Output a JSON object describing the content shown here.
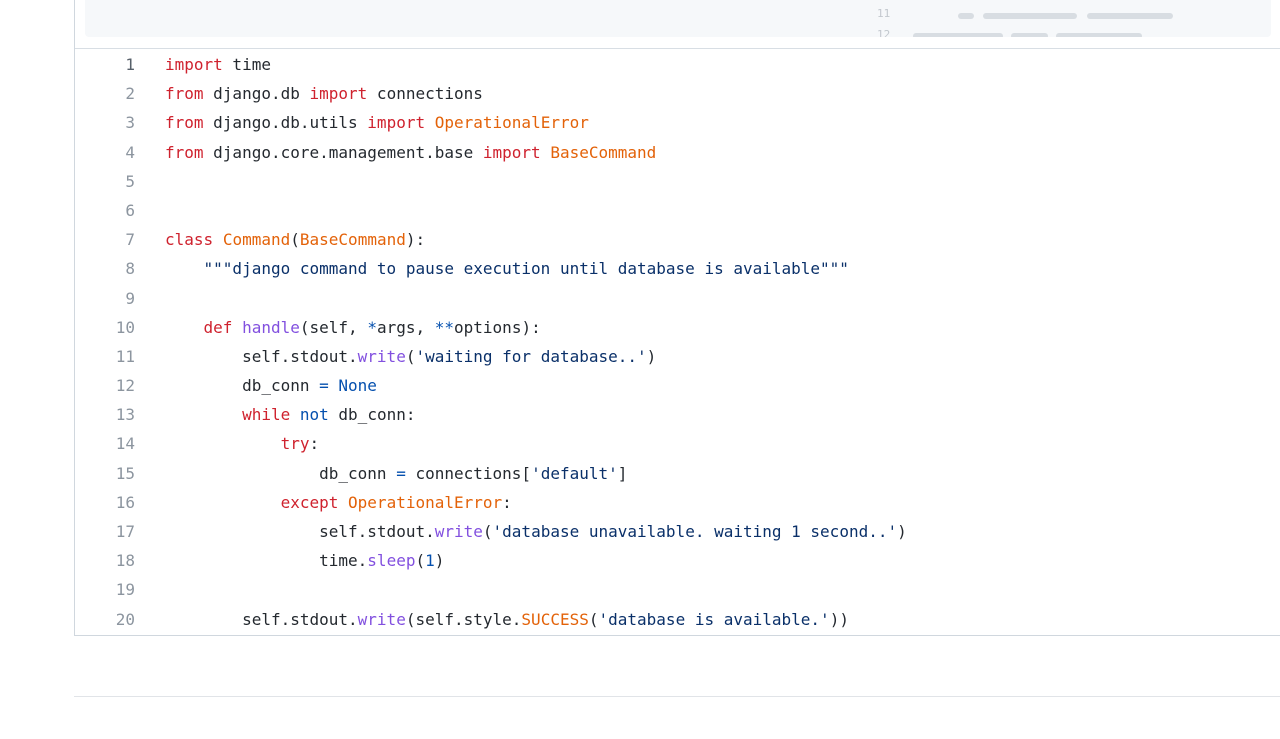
{
  "minimap": {
    "line_numbers": [
      "11",
      "12"
    ]
  },
  "code": {
    "line_numbers": [
      "1",
      "2",
      "3",
      "4",
      "5",
      "6",
      "7",
      "8",
      "9",
      "10",
      "11",
      "12",
      "13",
      "14",
      "15",
      "16",
      "17",
      "18",
      "19",
      "20"
    ],
    "lines": [
      [
        {
          "t": "import",
          "c": "kw"
        },
        {
          "t": " time",
          "c": ""
        }
      ],
      [
        {
          "t": "from",
          "c": "kw"
        },
        {
          "t": " django.db ",
          "c": ""
        },
        {
          "t": "import",
          "c": "kw"
        },
        {
          "t": " connections",
          "c": ""
        }
      ],
      [
        {
          "t": "from",
          "c": "kw"
        },
        {
          "t": " django.db.utils ",
          "c": ""
        },
        {
          "t": "import",
          "c": "kw"
        },
        {
          "t": " ",
          "c": ""
        },
        {
          "t": "OperationalError",
          "c": "cls"
        }
      ],
      [
        {
          "t": "from",
          "c": "kw"
        },
        {
          "t": " django.core.management.base ",
          "c": ""
        },
        {
          "t": "import",
          "c": "kw"
        },
        {
          "t": " ",
          "c": ""
        },
        {
          "t": "BaseCommand",
          "c": "cls"
        }
      ],
      [],
      [],
      [
        {
          "t": "class",
          "c": "kw"
        },
        {
          "t": " ",
          "c": ""
        },
        {
          "t": "Command",
          "c": "cls"
        },
        {
          "t": "(",
          "c": ""
        },
        {
          "t": "BaseCommand",
          "c": "cls"
        },
        {
          "t": "):",
          "c": ""
        }
      ],
      [
        {
          "t": "    ",
          "c": ""
        },
        {
          "t": "\"\"\"django command to pause execution until database is available\"\"\"",
          "c": "str"
        }
      ],
      [],
      [
        {
          "t": "    ",
          "c": ""
        },
        {
          "t": "def",
          "c": "kw"
        },
        {
          "t": " ",
          "c": ""
        },
        {
          "t": "handle",
          "c": "fn"
        },
        {
          "t": "(self, ",
          "c": ""
        },
        {
          "t": "*",
          "c": "op"
        },
        {
          "t": "args, ",
          "c": ""
        },
        {
          "t": "**",
          "c": "op"
        },
        {
          "t": "options):",
          "c": ""
        }
      ],
      [
        {
          "t": "        self.stdout.",
          "c": ""
        },
        {
          "t": "write",
          "c": "fn"
        },
        {
          "t": "(",
          "c": ""
        },
        {
          "t": "'waiting for database..'",
          "c": "str"
        },
        {
          "t": ")",
          "c": ""
        }
      ],
      [
        {
          "t": "        db_conn ",
          "c": ""
        },
        {
          "t": "=",
          "c": "op"
        },
        {
          "t": " ",
          "c": ""
        },
        {
          "t": "None",
          "c": "op"
        }
      ],
      [
        {
          "t": "        ",
          "c": ""
        },
        {
          "t": "while",
          "c": "kw"
        },
        {
          "t": " ",
          "c": ""
        },
        {
          "t": "not",
          "c": "op"
        },
        {
          "t": " db_conn:",
          "c": ""
        }
      ],
      [
        {
          "t": "            ",
          "c": ""
        },
        {
          "t": "try",
          "c": "kw"
        },
        {
          "t": ":",
          "c": ""
        }
      ],
      [
        {
          "t": "                db_conn ",
          "c": ""
        },
        {
          "t": "=",
          "c": "op"
        },
        {
          "t": " connections[",
          "c": ""
        },
        {
          "t": "'default'",
          "c": "str"
        },
        {
          "t": "]",
          "c": ""
        }
      ],
      [
        {
          "t": "            ",
          "c": ""
        },
        {
          "t": "except",
          "c": "kw"
        },
        {
          "t": " ",
          "c": ""
        },
        {
          "t": "OperationalError",
          "c": "cls"
        },
        {
          "t": ":",
          "c": ""
        }
      ],
      [
        {
          "t": "                self.stdout.",
          "c": ""
        },
        {
          "t": "write",
          "c": "fn"
        },
        {
          "t": "(",
          "c": ""
        },
        {
          "t": "'database unavailable. waiting 1 second..'",
          "c": "str"
        },
        {
          "t": ")",
          "c": ""
        }
      ],
      [
        {
          "t": "                time.",
          "c": ""
        },
        {
          "t": "sleep",
          "c": "fn"
        },
        {
          "t": "(",
          "c": ""
        },
        {
          "t": "1",
          "c": "num"
        },
        {
          "t": ")",
          "c": ""
        }
      ],
      [],
      [
        {
          "t": "        self.stdout.",
          "c": ""
        },
        {
          "t": "write",
          "c": "fn"
        },
        {
          "t": "(self.style.",
          "c": ""
        },
        {
          "t": "SUCCESS",
          "c": "cls"
        },
        {
          "t": "(",
          "c": ""
        },
        {
          "t": "'database is available.'",
          "c": "str"
        },
        {
          "t": "))",
          "c": ""
        }
      ]
    ]
  },
  "colors": {
    "keyword": "#cf222e",
    "class_name": "#e36209",
    "function": "#8250df",
    "operator": "#0550ae",
    "string": "#0a3069",
    "line_number": "#8c959f"
  }
}
